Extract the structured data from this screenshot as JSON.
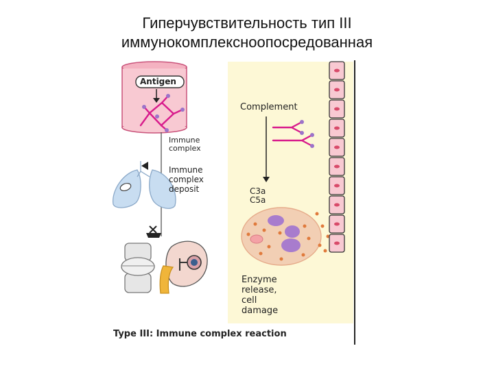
{
  "slide": {
    "title_line1": "Гиперчувствительность тип III",
    "title_line2": "иммунокомплексноопосредованная"
  },
  "diagram": {
    "antigen_label": "Antigen",
    "immune_complex_line1": "Immune",
    "immune_complex_line2": "complex",
    "deposit_line1": "Immune",
    "deposit_line2": "complex",
    "deposit_line3": "deposit",
    "complement_label": "Complement",
    "c3a_label": "C3a",
    "c5a_label": "C5a",
    "enzyme_line1": "Enzyme",
    "enzyme_line2": "release,",
    "enzyme_line3": "cell",
    "enzyme_line4": "damage",
    "caption": "Type III: Immune complex reaction"
  },
  "colors": {
    "vessel_pink": "#f8c9d2",
    "magenta": "#d81b8c",
    "purple": "#9c73c9",
    "panel_yellow": "#fdf8d6",
    "cell_tan": "#f2cfb4"
  }
}
